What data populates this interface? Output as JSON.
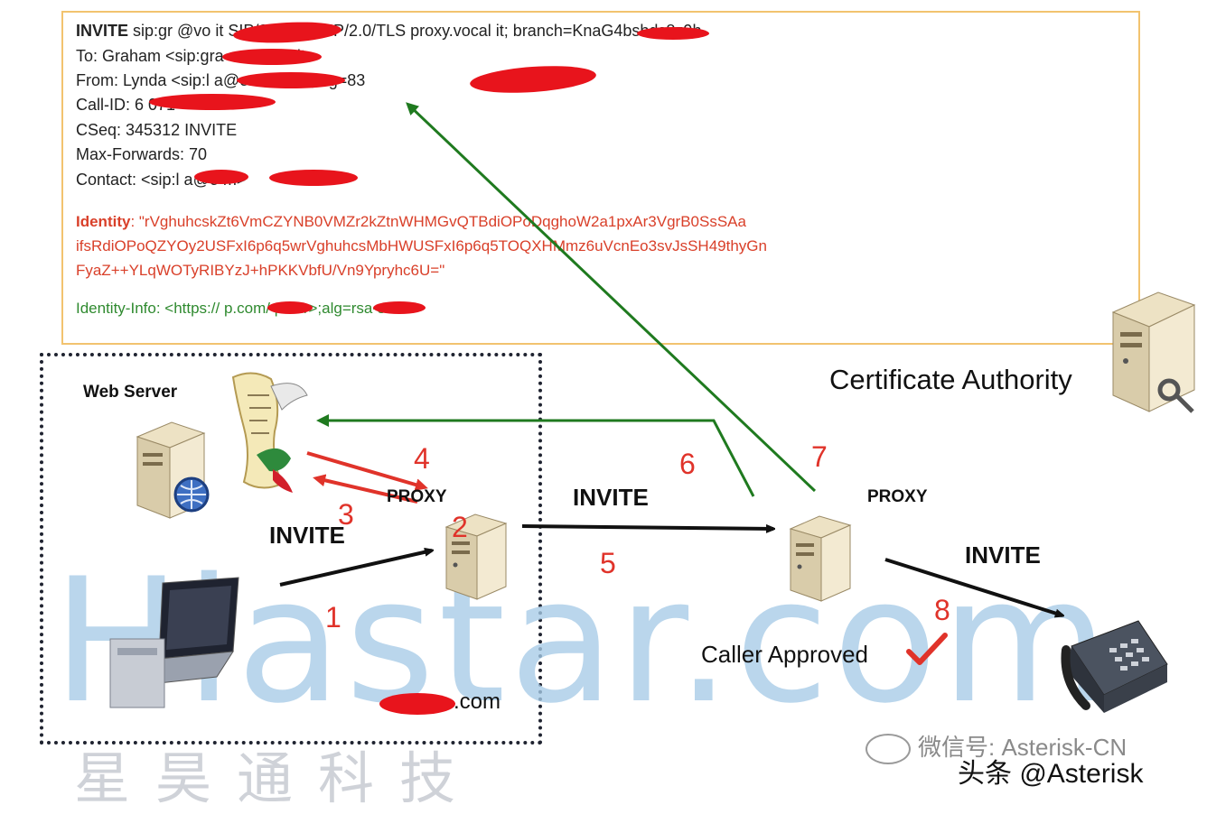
{
  "sip_message": {
    "request_line_method": "INVITE",
    "request_line_rest": " sip:gr        @vo         it SIP/2.0 Via: SIP/2.0/TLS proxy.vocal     it; branch=KnaG4bshds8z9h",
    "to": "To: Graham <sip:gra    am@voc     it>",
    "from": "From: Lynda <sip:l       a@eco    com>;tag=83                ",
    "call_id": "Call-ID: 6           071",
    "cseq": "CSeq: 345312 INVITE",
    "max_forwards": "Max-Forwards: 70",
    "contact": "Contact: <sip:l     a@e               m>",
    "identity_label": "Identity",
    "identity_line1": ": \"rVghuhcskZt6VmCZYNB0VMZr2kZtnWHMGvQTBdiOPoDqghoW2a1pxAr3VgrB0SsSAa",
    "identity_line2": "ifsRdiOPoQZYOy2USFxI6p6q5wrVghuhcsMbHWUSFxI6p6q5TOQXHMmz6uVcnEo3svJsSH49thyGn",
    "identity_line3": "FyaZ++YLqWOTyRIBYzJ+hPKKVbfU/Vn9Ypryhc6U=\"",
    "identity_info": "Identity-Info: <https://      p.com/      p.cer>;alg=rsa-sha1"
  },
  "labels": {
    "certificate_authority": "Certificate Authority",
    "web_server": "Web Server",
    "proxy_left": "PROXY",
    "proxy_right": "PROXY",
    "invite_1": "INVITE",
    "invite_2": "INVITE",
    "invite_3": "INVITE",
    "caller_approved": "Caller Approved",
    "domain": ".com"
  },
  "steps": [
    "1",
    "2",
    "3",
    "4",
    "5",
    "6",
    "7",
    "8"
  ],
  "watermarks": {
    "site": "Hiastar.com",
    "cn_company": "星昊通科技",
    "wechat": "微信号: Asterisk-CN",
    "toutiao": "头条 @Asterisk"
  },
  "colors": {
    "signal_arrow": "#111111",
    "verify_arrow": "#1f7a1f",
    "cert_fetch_arrow": "#e0332a",
    "box_border": "#f2c36f",
    "identity_text": "#d9402a",
    "identity_info_text": "#2f8a2f"
  }
}
